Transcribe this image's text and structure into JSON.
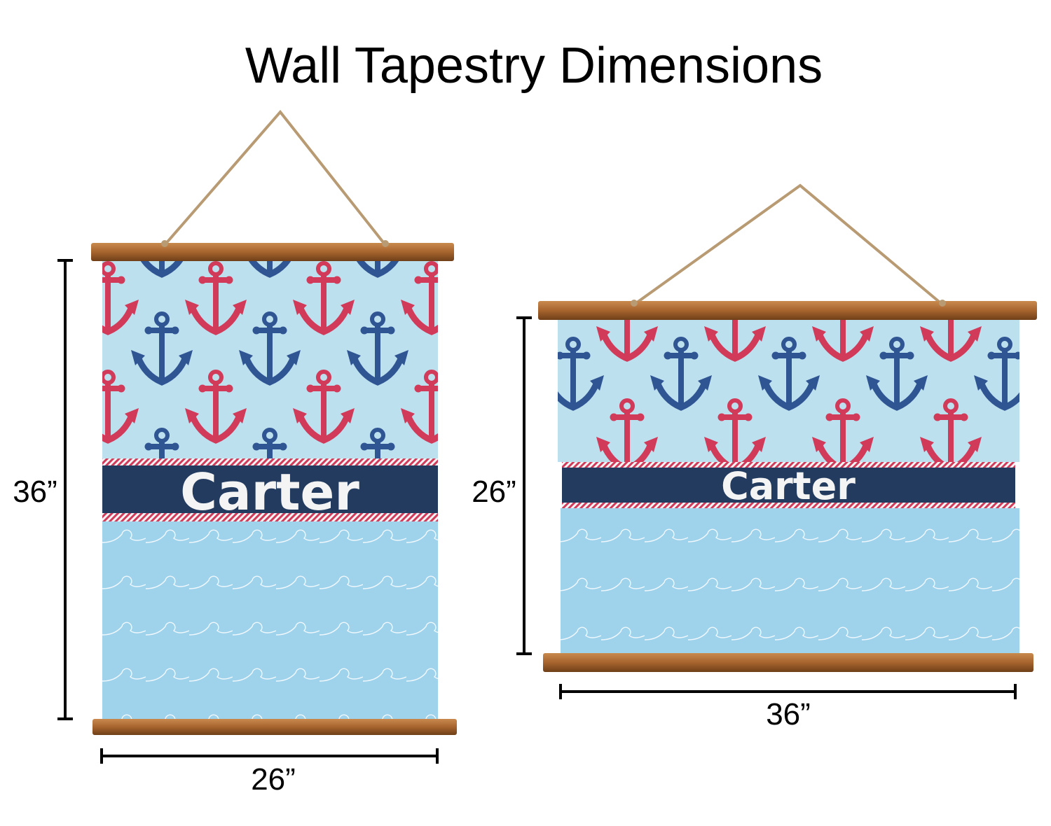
{
  "title": "Wall Tapestry Dimensions",
  "colors": {
    "fabric_top": "#bde0ef",
    "fabric_bottom": "#9fd3ec",
    "navy": "#223b5e",
    "red_anchor": "#d23a5a",
    "blue_anchor": "#2f5593",
    "wood": "#a7642e",
    "rope": "#b89a73"
  },
  "portrait": {
    "name_text": "Carter",
    "height_label": "36”",
    "width_label": "26”"
  },
  "landscape": {
    "name_text": "Carter",
    "height_label": "26”",
    "width_label": "36”"
  },
  "icons": [
    "anchor-icon",
    "wave-pattern"
  ]
}
